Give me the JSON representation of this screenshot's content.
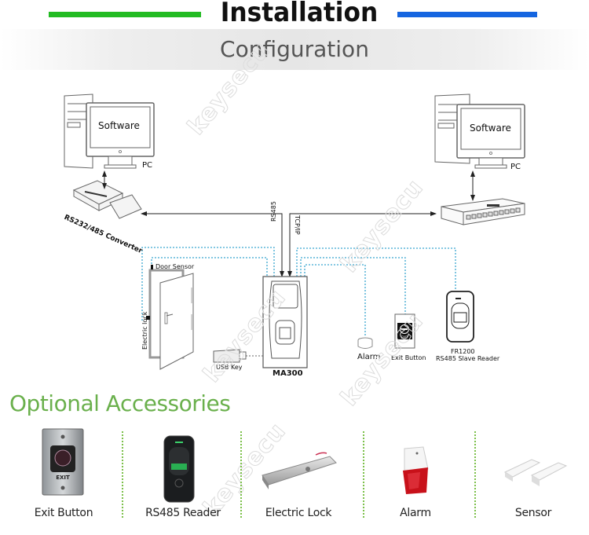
{
  "header": {
    "title": "Installation",
    "subtitle": "Configuration",
    "left_bar_color": "#22bb22",
    "right_bar_color": "#1565e0"
  },
  "diagram": {
    "pc_left": {
      "screen_text": "Software",
      "label": "PC"
    },
    "pc_right": {
      "screen_text": "Software",
      "label": "PC"
    },
    "converter_label": "RS232/485 Converter",
    "switch_label": "",
    "line_labels": {
      "rs485": "RS485",
      "tcpip": "TCP/IP"
    },
    "door_sensor_label": "Door Sensor",
    "electric_lock_label": "Electric lock",
    "usb_key_label": "USB Key",
    "device_label": "MA300",
    "alarm_label": "Alarm",
    "exit_button_label": "Exit Button",
    "exit_text": "EXIT",
    "slave_reader_model": "FR1200",
    "slave_reader_label": "RS485 Slave Reader",
    "wire_color": "#3aa6d0"
  },
  "accessories": {
    "title": "Optional Accessories",
    "title_color": "#6ab04c",
    "items": [
      {
        "label": "Exit Button",
        "icon": "exit-button-photo"
      },
      {
        "label": "RS485 Reader",
        "icon": "rs485-reader-photo"
      },
      {
        "label": "Electric Lock",
        "icon": "electric-lock-photo"
      },
      {
        "label": "Alarm",
        "icon": "alarm-siren-photo"
      },
      {
        "label": "Sensor",
        "icon": "door-sensor-photo"
      }
    ]
  },
  "watermark": "keysecu"
}
